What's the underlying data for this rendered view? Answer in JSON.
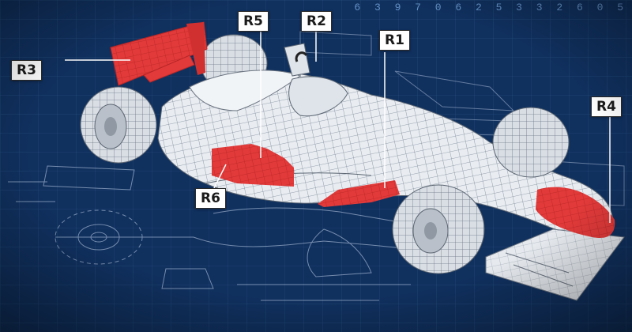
{
  "header": {
    "digits": "6 3 9 7 0 6 2 5 3 3 2 6 0 5"
  },
  "callouts": [
    {
      "id": "R3",
      "label": "R3"
    },
    {
      "id": "R5",
      "label": "R5"
    },
    {
      "id": "R2",
      "label": "R2"
    },
    {
      "id": "R1",
      "label": "R1"
    },
    {
      "id": "R4",
      "label": "R4"
    },
    {
      "id": "R6",
      "label": "R6"
    }
  ],
  "colors": {
    "background": "#10305e",
    "grid": "#2f5a8c",
    "highlight": "#e23a3a",
    "body": "#e9edf2",
    "mesh": "#7d8896",
    "label_bg": "#ffffff"
  }
}
